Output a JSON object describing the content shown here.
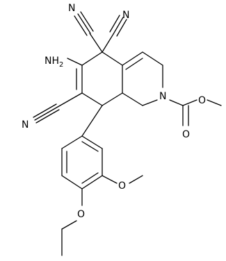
{
  "molecule": {
    "atoms": {
      "nh2": "NH",
      "nh2_sub": "2",
      "n_top_left": "N",
      "n_top_right": "N",
      "n_left": "N",
      "n_ring": "N",
      "o_carbonyl": "O",
      "o_ester": "O",
      "o_methoxy": "O",
      "o_ethoxy": "O"
    }
  }
}
